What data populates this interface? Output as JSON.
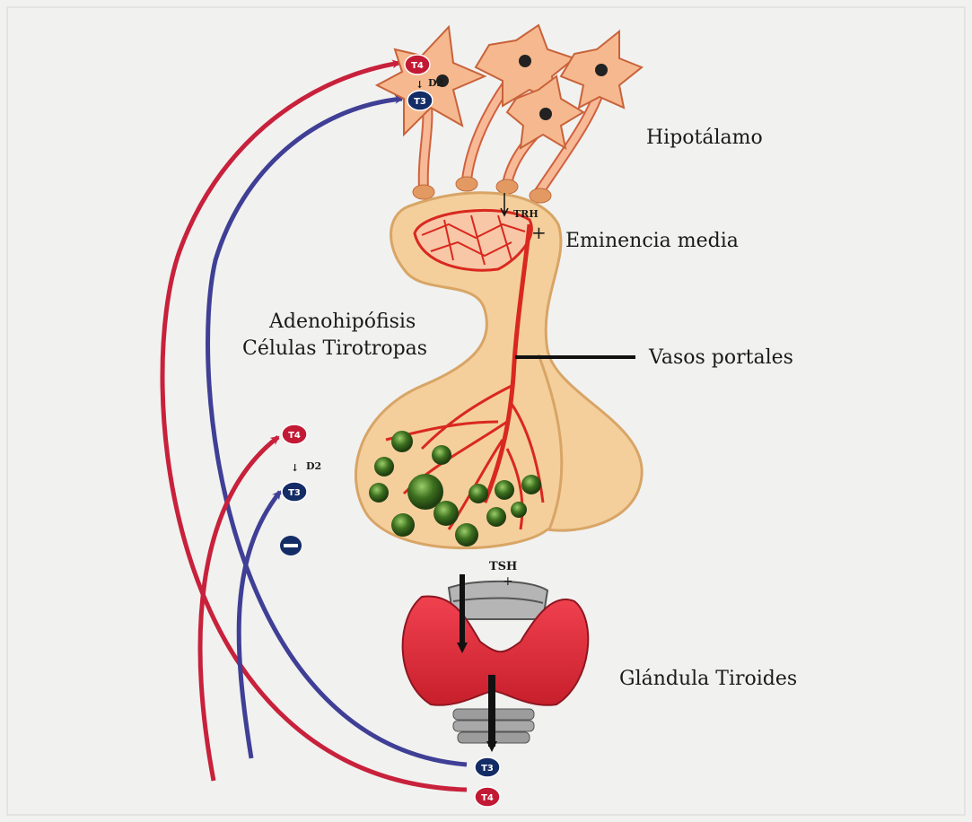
{
  "labels": {
    "hypothalamus": "Hipotálamo",
    "median_eminence": "Eminencia media",
    "adeno_line1": "Adenohipófisis",
    "adeno_line2": "Células Tirotropas",
    "portal_vessels": "Vasos portales",
    "thyroid": "Glándula Tiroides",
    "trh": "TRH",
    "tsh": "TSH",
    "plus": "+",
    "d2": "D2",
    "minus": "−"
  },
  "hormones": {
    "t4": "T4",
    "t3": "T3"
  },
  "colors": {
    "background": "#f1f1f0",
    "t4_red": "#c8213b",
    "t3_blue": "#3f3f96",
    "badge_blue": "#142c66",
    "badge_red": "#c21a35",
    "pituitary": "#f4cf9c",
    "vessel": "#d9281f",
    "thyroid": "#e8323f",
    "cell_green": "#3c6f1e",
    "neuron": "#f6b88e"
  }
}
